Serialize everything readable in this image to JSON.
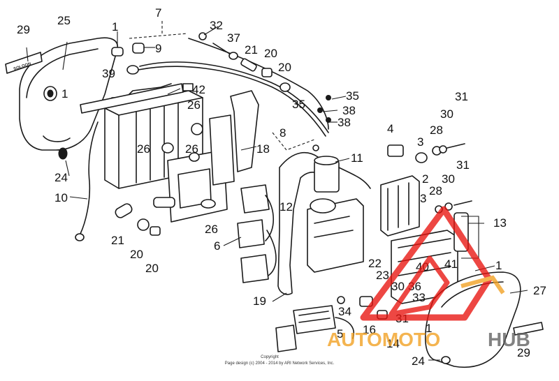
{
  "diagram": {
    "labels": {
      "l29a": "29",
      "l25": "25",
      "l1a": "1",
      "l7": "7",
      "l32": "32",
      "l37": "37",
      "l9": "9",
      "l21a": "21",
      "l20a": "20",
      "l20b": "20",
      "l39": "39",
      "l1b": "1",
      "l42": "42",
      "l35a": "35",
      "l35b": "35",
      "l38a": "38",
      "l38b": "38",
      "l26a": "26",
      "l26b": "26",
      "l26c": "26",
      "l26d": "26",
      "l18": "18",
      "l8": "8",
      "l4": "4",
      "l31a": "31",
      "l30a": "30",
      "l28a": "28",
      "l3a": "3",
      "l24a": "24",
      "l10": "10",
      "l11": "11",
      "l2": "2",
      "l31b": "31",
      "l30b": "30",
      "l28b": "28",
      "l3b": "3",
      "l12": "12",
      "l13": "13",
      "l21b": "21",
      "l20c": "20",
      "l20d": "20",
      "l6": "6",
      "l22": "22",
      "l23": "23",
      "l40": "40",
      "l41": "41",
      "l1c": "1",
      "l30c": "30",
      "l36": "36",
      "l33": "33",
      "l27": "27",
      "l19": "19",
      "l34": "34",
      "l31c": "31",
      "l16": "16",
      "l5": "5",
      "l14": "14",
      "l1d": "1",
      "l24b": "24",
      "l29b": "29"
    },
    "tag_text": "SOLOON",
    "copyright_line1": "Copyright",
    "copyright_line2": "Page design (c) 2004 - 2014 by ARI Network Services, Inc."
  },
  "watermark": {
    "text_part1": "AUTOMOTO",
    "text_part2": "HUB",
    "color_main": "#e8140f",
    "color_accent": "#f2a020",
    "color_hub": "#606060"
  }
}
